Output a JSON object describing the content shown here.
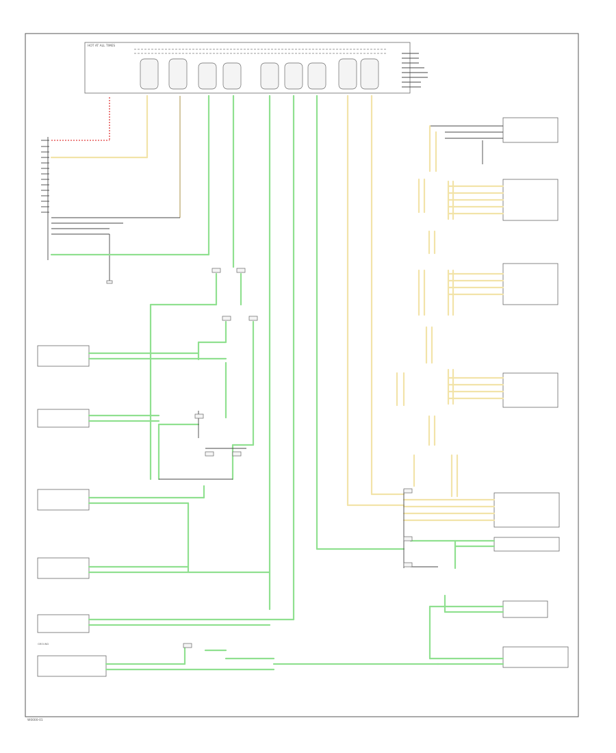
{
  "diagram": {
    "footer_code": "W0000-01",
    "top_module_label": "HOT AT ALL TIMES",
    "left_label_small": "GROUND"
  },
  "icons": {
    "fuse": "fuse-icon",
    "ground": "ground-icon",
    "splice": "splice-icon"
  },
  "colors": {
    "can_high": "#8fe08f",
    "can_low": "#f2e3a8",
    "power": "#e55b5b"
  }
}
